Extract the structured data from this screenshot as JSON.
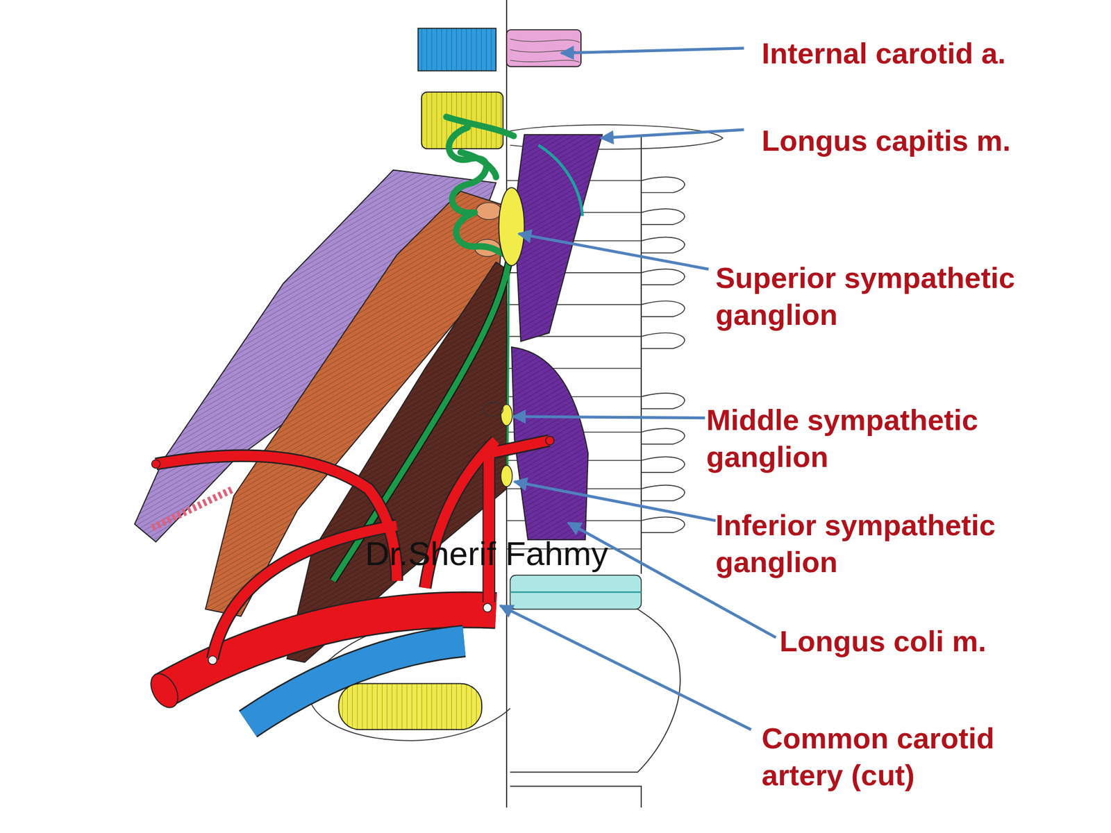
{
  "diagram": {
    "labels": [
      "Internal carotid a.",
      "Longus capitis m.",
      "Superior sympathetic ganglion",
      "Middle sympathetic ganglion",
      "Inferior sympathetic ganglion",
      "Longus coli m.",
      "Common carotid artery (cut)",
      "Dr.Sherif Fahmy"
    ]
  }
}
